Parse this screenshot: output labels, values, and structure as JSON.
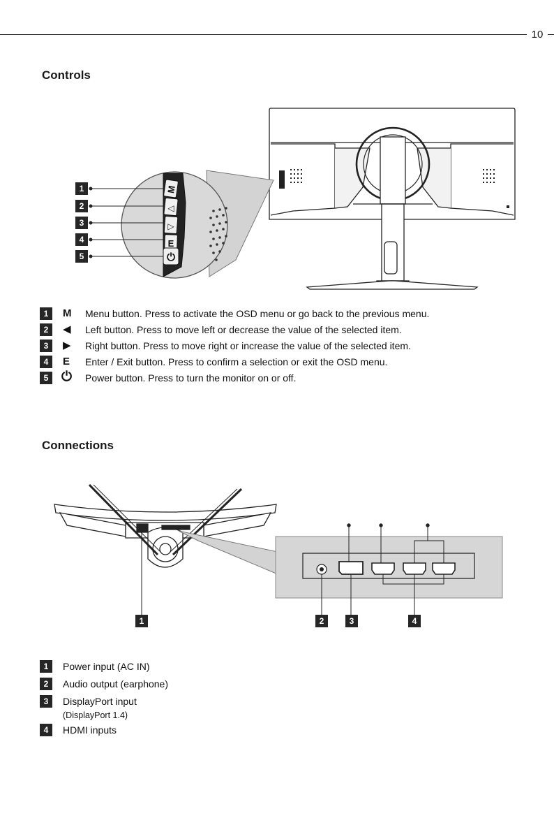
{
  "page": {
    "number": "10"
  },
  "section1": {
    "title": "Controls",
    "callouts": [
      "1",
      "2",
      "3",
      "4",
      "5"
    ],
    "button_glyphs": [
      "M",
      "◁",
      "▷",
      "E",
      "⏻"
    ],
    "legend": [
      {
        "num": "1",
        "icon": "M",
        "text": "Menu button. Press to activate the OSD menu or go back to the previous menu."
      },
      {
        "num": "2",
        "icon": "◀",
        "text": "Left button. Press to move left or decrease the value of the selected item."
      },
      {
        "num": "3",
        "icon": "▶",
        "text": "Right button. Press to move right or increase the value of the selected item."
      },
      {
        "num": "4",
        "icon": "E",
        "text": "Enter / Exit button. Press to confirm a selection or exit the OSD menu."
      },
      {
        "num": "5",
        "icon": "⏻",
        "text": "Power button. Press to turn the monitor on or off."
      }
    ]
  },
  "section2": {
    "title": "Connections",
    "callouts": [
      "1",
      "2",
      "3",
      "4"
    ],
    "legend": [
      {
        "num": "1",
        "text": "Power input (AC IN)"
      },
      {
        "num": "2",
        "text": "Audio output (earphone)"
      },
      {
        "num": "3",
        "text": "DisplayPort input",
        "subtext": "(DisplayPort 1.4)"
      },
      {
        "num": "4",
        "text": "HDMI inputs"
      }
    ]
  }
}
